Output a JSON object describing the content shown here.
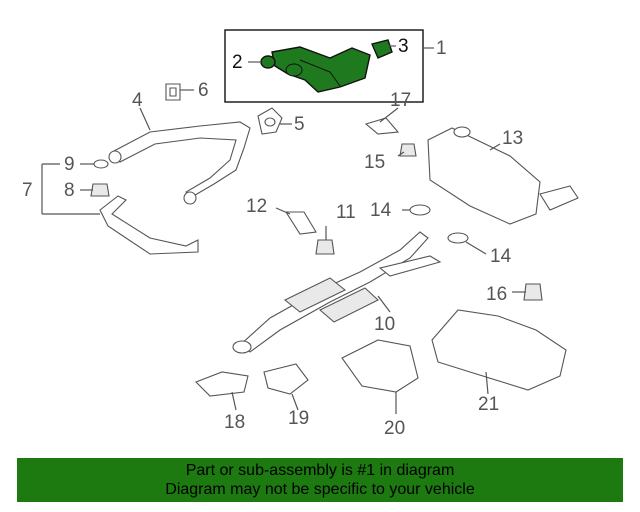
{
  "callouts": [
    "1",
    "2",
    "3",
    "4",
    "5",
    "6",
    "7",
    "8",
    "9",
    "10",
    "11",
    "12",
    "13",
    "14",
    "14",
    "15",
    "16",
    "17",
    "18",
    "19",
    "20",
    "21"
  ],
  "colors": {
    "highlight": "#1f7a1f",
    "banner": "#1d7a10",
    "line": "#555555"
  },
  "banner": {
    "line1": "Part or sub-assembly is #1 in diagram",
    "line2": "Diagram may not be specific to your vehicle"
  }
}
